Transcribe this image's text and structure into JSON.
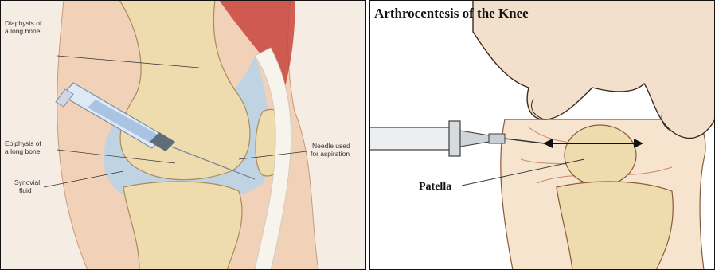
{
  "left": {
    "labels": {
      "diaphysis_1": "Diaphysis of",
      "diaphysis_2": "a long bone",
      "epiphysis_1": "Epiphysis of",
      "epiphysis_2": "a long bone",
      "synovial_1": "Synovial",
      "synovial_2": "fluid",
      "needle_1": "Needle used",
      "needle_2": "for aspiration"
    }
  },
  "right": {
    "title": "Arthrocentesis of the Knee",
    "patella_label": "Patella"
  }
}
